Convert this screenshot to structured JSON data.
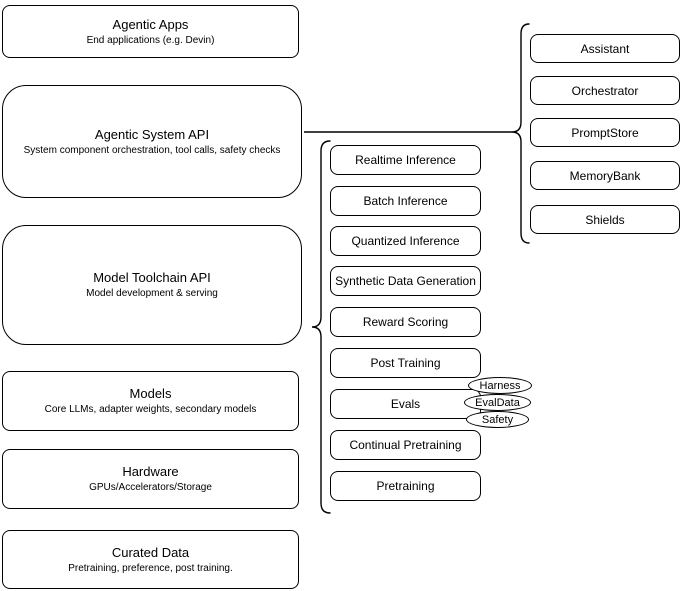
{
  "diagram": {
    "background": "#ffffff",
    "stroke_color": "#000000",
    "text_color": "#000000",
    "left_stack": [
      {
        "title": "Agentic Apps",
        "subtitle": "End applications (e.g. Devin)"
      },
      {
        "title": "Agentic System API",
        "subtitle": "System component orchestration, tool calls, safety checks"
      },
      {
        "title": "Model Toolchain API",
        "subtitle": "Model development & serving"
      },
      {
        "title": "Models",
        "subtitle": "Core LLMs, adapter weights, secondary models"
      },
      {
        "title": "Hardware",
        "subtitle": "GPUs/Accelerators/Storage"
      },
      {
        "title": "Curated Data",
        "subtitle": "Pretraining, preference, post training."
      }
    ],
    "toolchain_services": [
      {
        "label": "Realtime Inference"
      },
      {
        "label": "Batch Inference"
      },
      {
        "label": "Quantized Inference"
      },
      {
        "label": "Synthetic Data Generation"
      },
      {
        "label": "Reward Scoring"
      },
      {
        "label": "Post Training"
      },
      {
        "label": "Evals"
      },
      {
        "label": "Continual Pretraining"
      },
      {
        "label": "Pretraining"
      }
    ],
    "eval_tags": [
      {
        "label": "Harness"
      },
      {
        "label": "EvalData"
      },
      {
        "label": "Safety"
      }
    ],
    "system_components": [
      {
        "label": "Assistant"
      },
      {
        "label": "Orchestrator"
      },
      {
        "label": "PromptStore"
      },
      {
        "label": "MemoryBank"
      },
      {
        "label": "Shields"
      }
    ]
  }
}
